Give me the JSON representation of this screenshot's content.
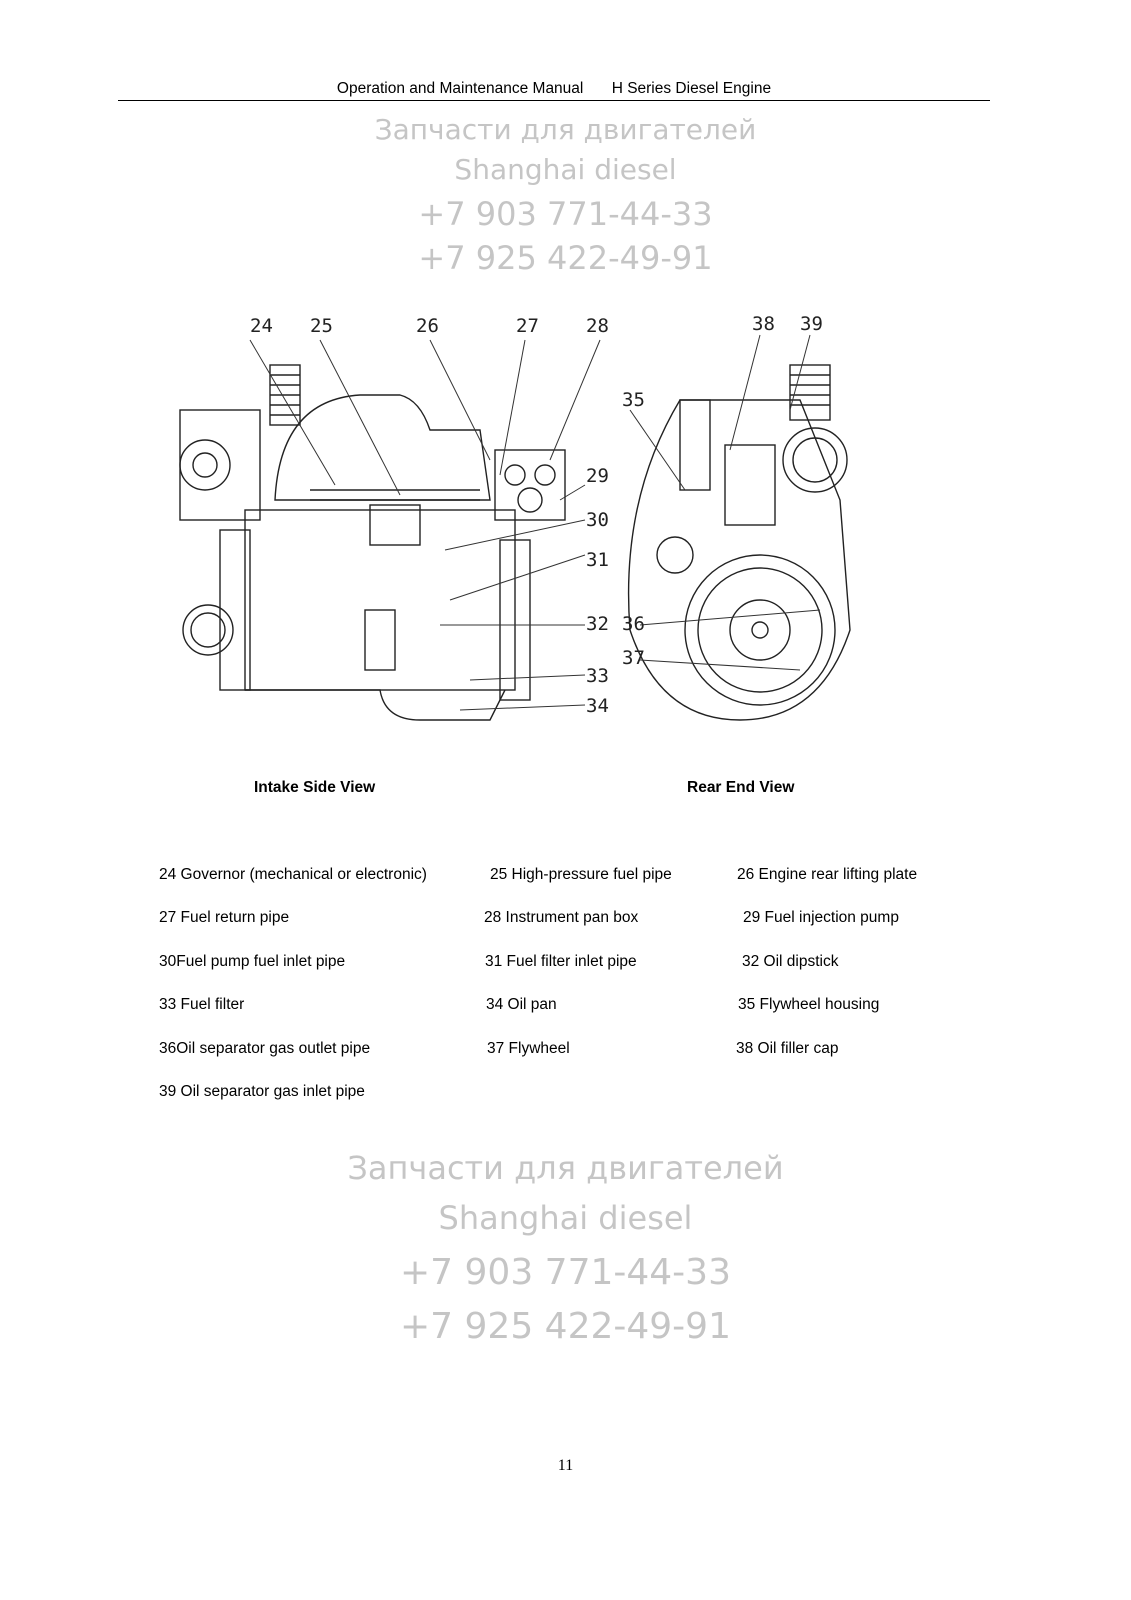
{
  "header": {
    "manual": "Operation and Maintenance Manual",
    "series": "H Series Diesel Engine"
  },
  "figure": {
    "callouts_left": [
      "24",
      "25",
      "26",
      "27",
      "28",
      "29",
      "30",
      "31",
      "32",
      "33",
      "34"
    ],
    "callouts_right": [
      "35",
      "36",
      "37",
      "38",
      "39"
    ],
    "captions": {
      "left": "Intake Side View",
      "right": "Rear End View"
    }
  },
  "watermark": {
    "line1": "Запчасти для двигателей",
    "line2": "Shanghai diesel",
    "line3": "+7 903 771-44-33",
    "line4": "+7 925 422-49-91"
  },
  "legend": [
    "24 Governor (mechanical or electronic)",
    "25 High-pressure fuel pipe",
    "26 Engine rear lifting plate",
    "27 Fuel return pipe",
    "28 Instrument pan box",
    "29 Fuel injection pump",
    "30Fuel pump fuel inlet pipe",
    "31 Fuel filter inlet pipe",
    "32 Oil dipstick",
    "33 Fuel filter",
    "34 Oil pan",
    "35 Flywheel housing",
    "36Oil separator gas outlet pipe",
    "37 Flywheel",
    "38 Oil filler cap",
    "39 Oil separator gas inlet pipe"
  ],
  "page_number": "11"
}
